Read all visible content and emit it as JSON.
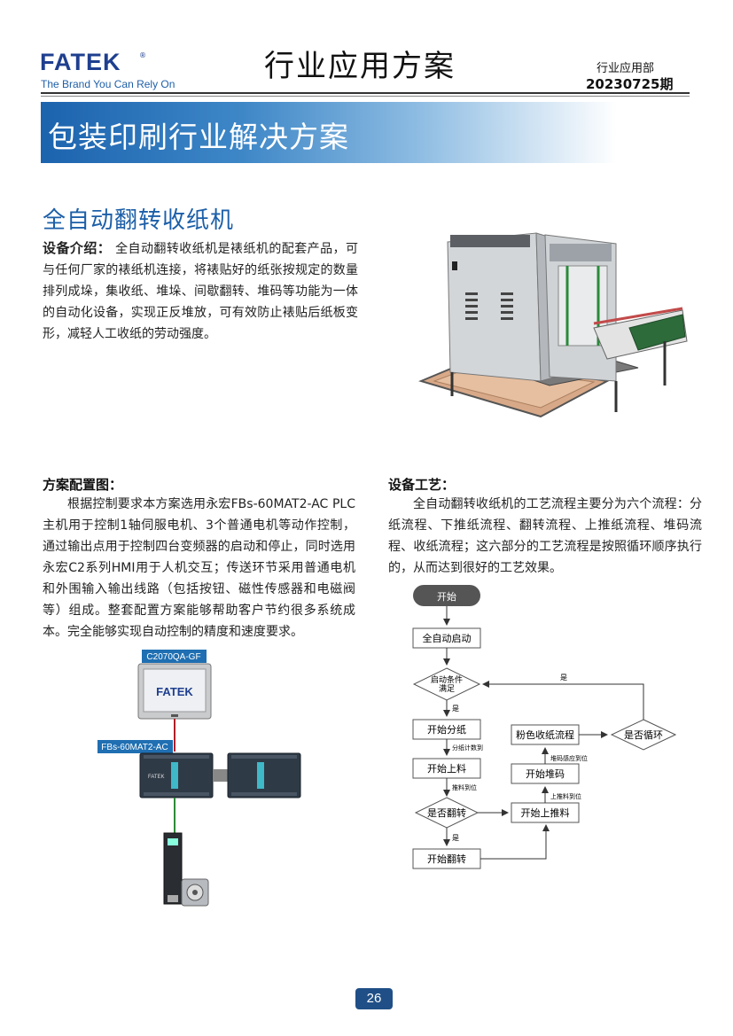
{
  "header": {
    "logo": "FATEK",
    "logo_reg": "®",
    "tagline": "The Brand You Can Rely On",
    "title": "行业应用方案",
    "dept": "行业应用部",
    "issue": "20230725期"
  },
  "banner": {
    "title": "包装印刷行业解决方案"
  },
  "section": {
    "title": "全自动翻转收纸机"
  },
  "intro": {
    "label": "设备介绍：",
    "text": "全自动翻转收纸机是裱纸机的配套产品，可与任何厂家的裱纸机连接，将裱贴好的纸张按规定的数量排列成垛，集收纸、堆垛、间歇翻转、堆码等功能为一体的自动化设备，实现正反堆放，可有效防止裱贴后纸板变形，减轻人工收纸的劳动强度。"
  },
  "config": {
    "title": "方案配置图：",
    "text": "根据控制要求本方案选用永宏FBs-60MAT2-AC PLC主机用于控制1轴伺服电机、3个普通电机等动作控制，通过输出点用于控制四台变频器的启动和停止，同时选用永宏C2系列HMI用于人机交互；传送环节采用普通电机和外围输入输出线路（包括按钮、磁性传感器和电磁阀等）组成。整套配置方案能够帮助客户节约很多系统成本。完全能够实现自动控制的精度和速度要求。",
    "hmi_label": "C2070QA-GF",
    "hmi_logo": "FATEK",
    "plc_label": "FBs-60MAT2-AC",
    "plc_brand": "FATEK"
  },
  "process": {
    "title": "设备工艺：",
    "text": "全自动翻转收纸机的工艺流程主要分为六个流程：分纸流程、下推纸流程、翻转流程、上推纸流程、堆码流程、收纸流程；这六部分的工艺流程是按照循环顺序执行的，从而达到很好的工艺效果。"
  },
  "flow": {
    "start": "开始",
    "auto_start": "全自动启动",
    "cond1": "启动条件",
    "cond2": "满足",
    "yes1": "是",
    "split": "开始分纸",
    "split_note": "分纸计数到",
    "feed": "开始上料",
    "feed_note": "推料到位",
    "flip_q": "是否翻转",
    "yes2": "是",
    "flip": "开始翻转",
    "push_up": "开始上推料",
    "push_note": "上推料到位",
    "stack": "开始堆码",
    "stack_note": "堆码感应到位",
    "collect": "粉色收纸流程",
    "loop_q": "是否循环",
    "yes3": "是"
  },
  "page": {
    "number": "26"
  }
}
